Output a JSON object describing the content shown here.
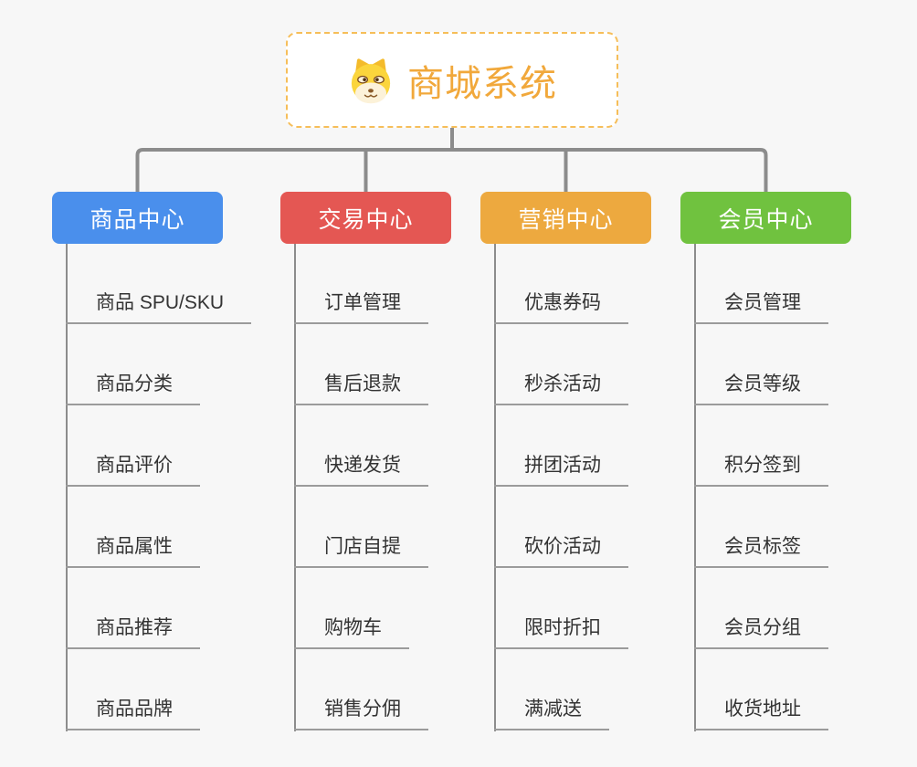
{
  "root": {
    "title": "商城系统",
    "icon": "doge-icon"
  },
  "branches": [
    {
      "label": "商品中心",
      "color": "#4A8FEC",
      "children": [
        "商品 SPU/SKU",
        "商品分类",
        "商品评价",
        "商品属性",
        "商品推荐",
        "商品品牌"
      ]
    },
    {
      "label": "交易中心",
      "color": "#E45753",
      "children": [
        "订单管理",
        "售后退款",
        "快递发货",
        "门店自提",
        "购物车",
        "销售分佣"
      ]
    },
    {
      "label": "营销中心",
      "color": "#EDA93F",
      "children": [
        "优惠券码",
        "秒杀活动",
        "拼团活动",
        "砍价活动",
        "限时折扣",
        "满减送"
      ]
    },
    {
      "label": "会员中心",
      "color": "#70C23F",
      "children": [
        "会员管理",
        "会员等级",
        "积分签到",
        "会员标签",
        "会员分组",
        "收货地址"
      ]
    }
  ],
  "colors": {
    "background": "#F7F7F7",
    "connector": "#8C8C8C",
    "underline": "#9B9B9B",
    "child_text": "#333333",
    "root_accent": "#F1A83B",
    "root_border": "#F6BE59"
  }
}
